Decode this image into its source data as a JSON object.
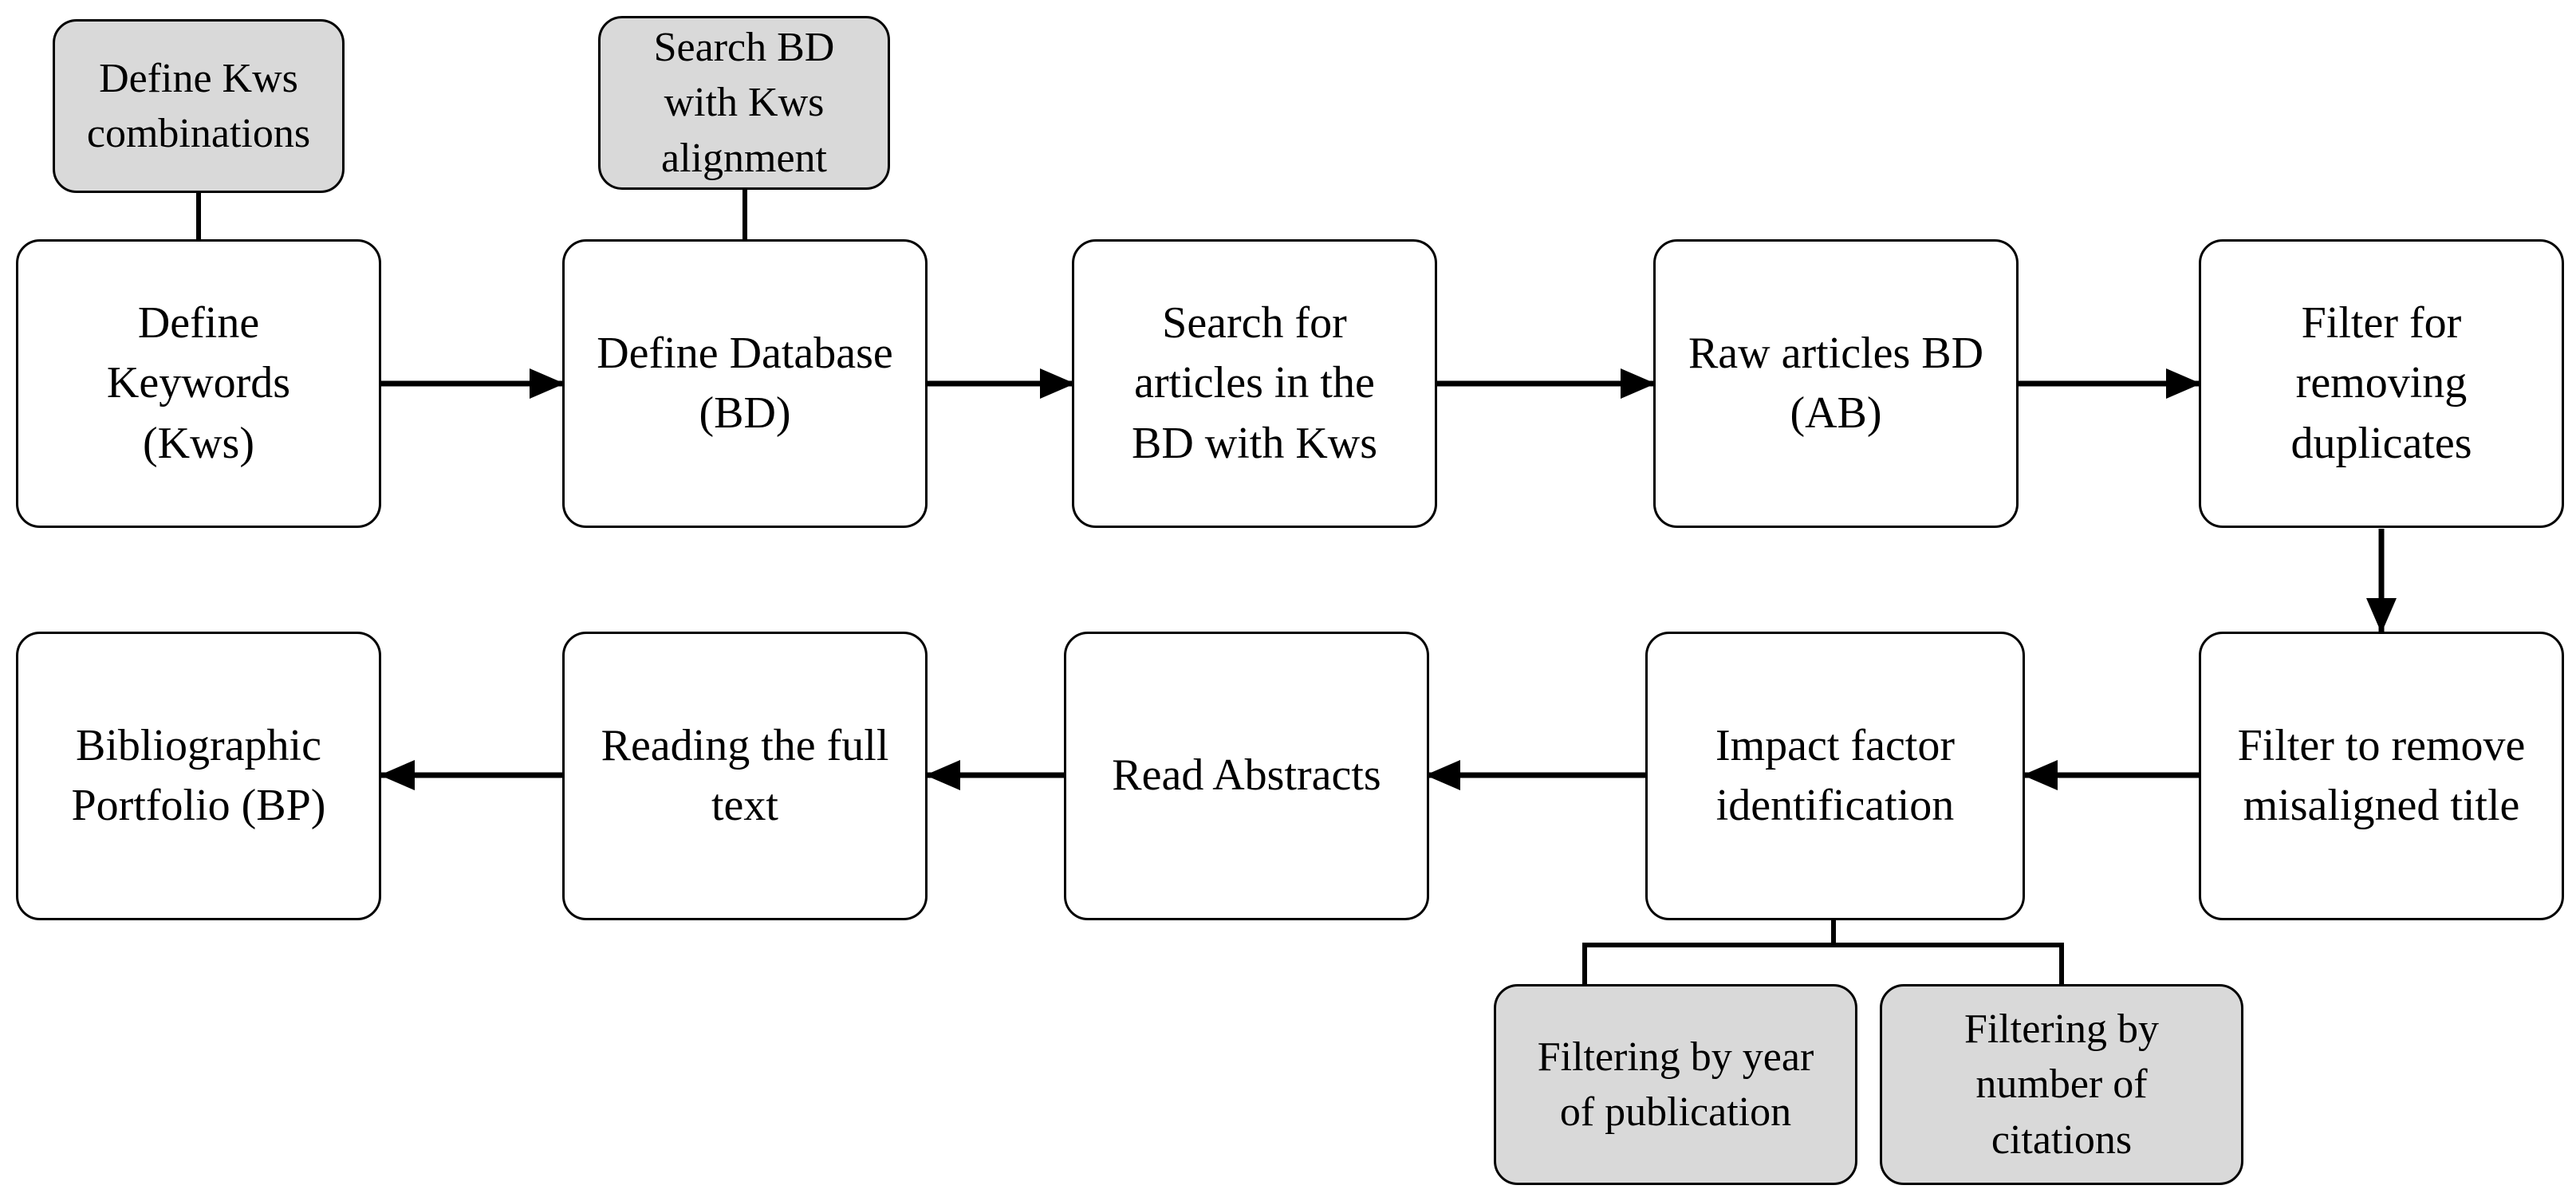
{
  "colors": {
    "process_fill": "#ffffff",
    "note_fill": "#d9d9d9",
    "stroke": "#000000"
  },
  "steps": [
    {
      "id": "define-keywords",
      "label": "Define\nKeywords\n(Kws)"
    },
    {
      "id": "define-database",
      "label": "Define Database\n(BD)"
    },
    {
      "id": "search-articles",
      "label": "Search for\narticles in the\nBD with Kws"
    },
    {
      "id": "raw-articles",
      "label": "Raw articles BD\n(AB)"
    },
    {
      "id": "filter-duplicates",
      "label": "Filter for\nremoving\nduplicates"
    },
    {
      "id": "filter-misaligned-title",
      "label": "Filter to remove\nmisaligned title"
    },
    {
      "id": "impact-factor",
      "label": "Impact factor\nidentification"
    },
    {
      "id": "read-abstracts",
      "label": "Read Abstracts"
    },
    {
      "id": "read-full-text",
      "label": "Reading the full\ntext"
    },
    {
      "id": "bibliographic-portfolio",
      "label": "Bibliographic\nPortfolio (BP)"
    }
  ],
  "notes": [
    {
      "id": "define-kws-combinations",
      "label": "Define Kws\ncombinations"
    },
    {
      "id": "search-bd-alignment",
      "label": "Search BD\nwith Kws\nalignment"
    },
    {
      "id": "filter-year",
      "label": "Filtering by year\nof publication"
    },
    {
      "id": "filter-citations",
      "label": "Filtering by\nnumber of\ncitations"
    }
  ]
}
